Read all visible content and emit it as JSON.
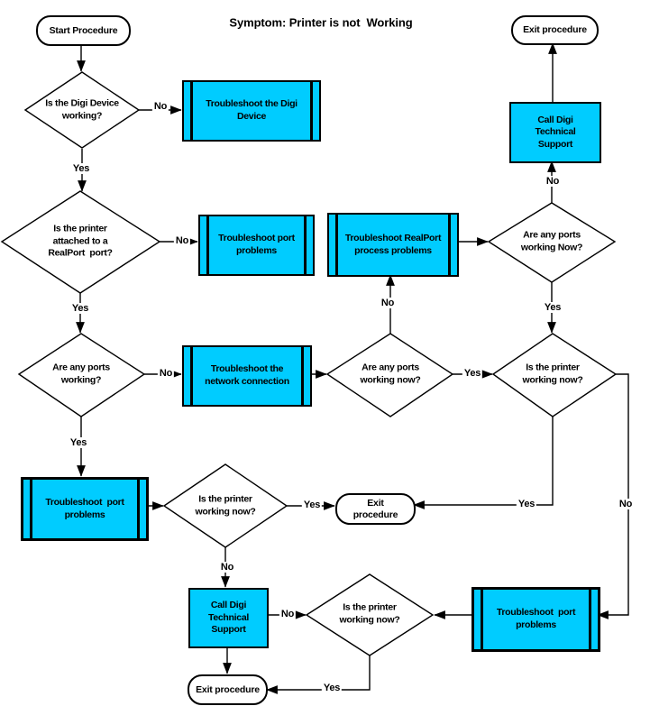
{
  "title": "Symptom: Printer is not  Working",
  "colors": {
    "process_fill": "#00CCFF",
    "line": "#000000",
    "background": "#FFFFFF"
  },
  "labels": {
    "yes": "Yes",
    "no": "No"
  },
  "terminals": {
    "start": "Start Procedure",
    "exit_top": "Exit procedure",
    "exit_mid": "Exit\nprocedure",
    "exit_bottom": "Exit procedure"
  },
  "decisions": {
    "digi_device_working": "Is the Digi Device\nworking?",
    "printer_attached_realport": "Is the printer\nattached to a\nRealPort  port?",
    "any_ports_working": "Are any ports\nworking?",
    "any_ports_working_now": "Are any ports\nworking now?",
    "printer_working_now_upper": "Is the printer\nworking now?",
    "printer_working_now_left": "Is the printer\nworking now?",
    "printer_working_now_bottom": "Is the printer\nworking now?",
    "any_ports_working_now_caps": "Are any ports\nworking Now?"
  },
  "processes": {
    "troubleshoot_digi_device": "Troubleshoot the Digi\nDevice",
    "troubleshoot_port_problems_top": "Troubleshoot port\nproblems",
    "troubleshoot_network_connection": "Troubleshoot the\nnetwork connection",
    "troubleshoot_port_problems_mid": "Troubleshoot  port\nproblems",
    "call_digi_support_bottom": "Call Digi\nTechnical\nSupport",
    "troubleshoot_port_problems_bottom": "Troubleshoot  port\nproblems",
    "troubleshoot_realport_process": "Troubleshoot RealPort\nprocess problems",
    "call_digi_support_top": "Call Digi\nTechnical\nSupport"
  }
}
